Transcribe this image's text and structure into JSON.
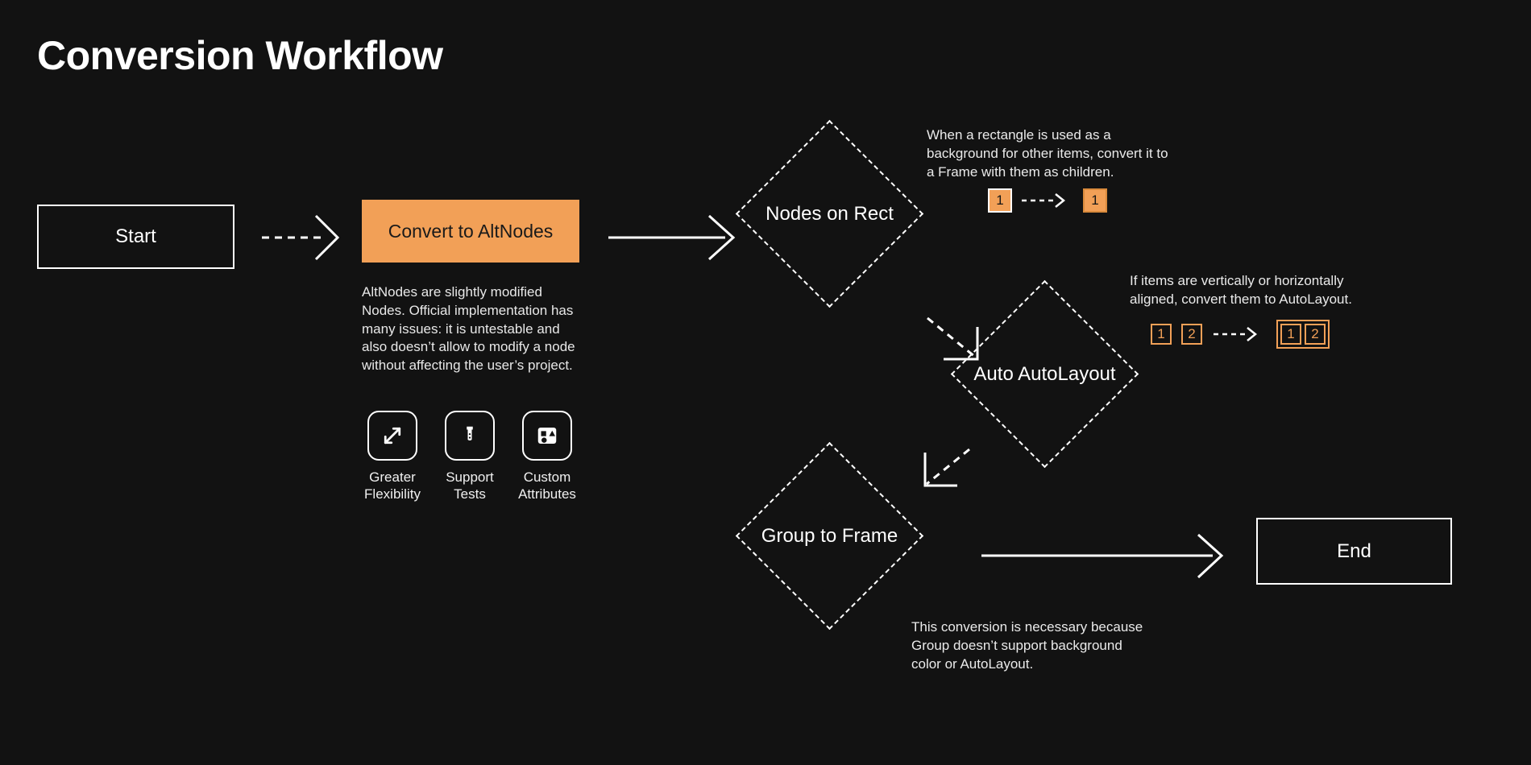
{
  "page": {
    "title": "Conversion Workflow",
    "background_color": "#121212",
    "accent_color": "#F2A057",
    "text_color": "#ffffff"
  },
  "nodes": {
    "start": {
      "label": "Start",
      "shape": "rectangle"
    },
    "convert": {
      "label": "Convert to AltNodes",
      "shape": "rectangle-accent"
    },
    "nodes_on_rect": {
      "label": "Nodes on Rect",
      "shape": "diamond"
    },
    "auto_autolayout": {
      "label": "Auto AutoLayout",
      "shape": "diamond"
    },
    "group_to_frame": {
      "label": "Group to Frame",
      "shape": "diamond"
    },
    "end": {
      "label": "End",
      "shape": "rectangle"
    }
  },
  "convert_description": "AltNodes are slightly modified Nodes. Official implementation has many issues: it is untestable and also doesn’t allow to modify a node without affecting the user’s project.",
  "features": [
    {
      "icon": "expand-arrows-icon",
      "label": "Greater\nFlexibility"
    },
    {
      "icon": "test-tube-icon",
      "label": "Support\nTests"
    },
    {
      "icon": "shapes-attributes-icon",
      "label": "Custom\nAttributes"
    }
  ],
  "annotations": {
    "nodes_on_rect": {
      "text": "When a rectangle is used as a background for other items, convert it to a Frame with them as children.",
      "badges_before": [
        "1"
      ],
      "badges_after": [
        "1"
      ]
    },
    "auto_autolayout": {
      "text": "If items are vertically or horizontally aligned, convert them to AutoLayout.",
      "badges_before": [
        "1",
        "2"
      ],
      "badges_after": [
        "1",
        "2"
      ]
    },
    "group_to_frame": {
      "text": "This conversion is necessary because Group doesn’t support background color or AutoLayout."
    }
  },
  "connectors": [
    {
      "from": "start",
      "to": "convert",
      "style": "dashed"
    },
    {
      "from": "convert",
      "to": "nodes_on_rect",
      "style": "solid"
    },
    {
      "from": "nodes_on_rect",
      "to": "auto_autolayout",
      "style": "dashed"
    },
    {
      "from": "auto_autolayout",
      "to": "group_to_frame",
      "style": "dashed"
    },
    {
      "from": "group_to_frame",
      "to": "end",
      "style": "solid"
    }
  ]
}
